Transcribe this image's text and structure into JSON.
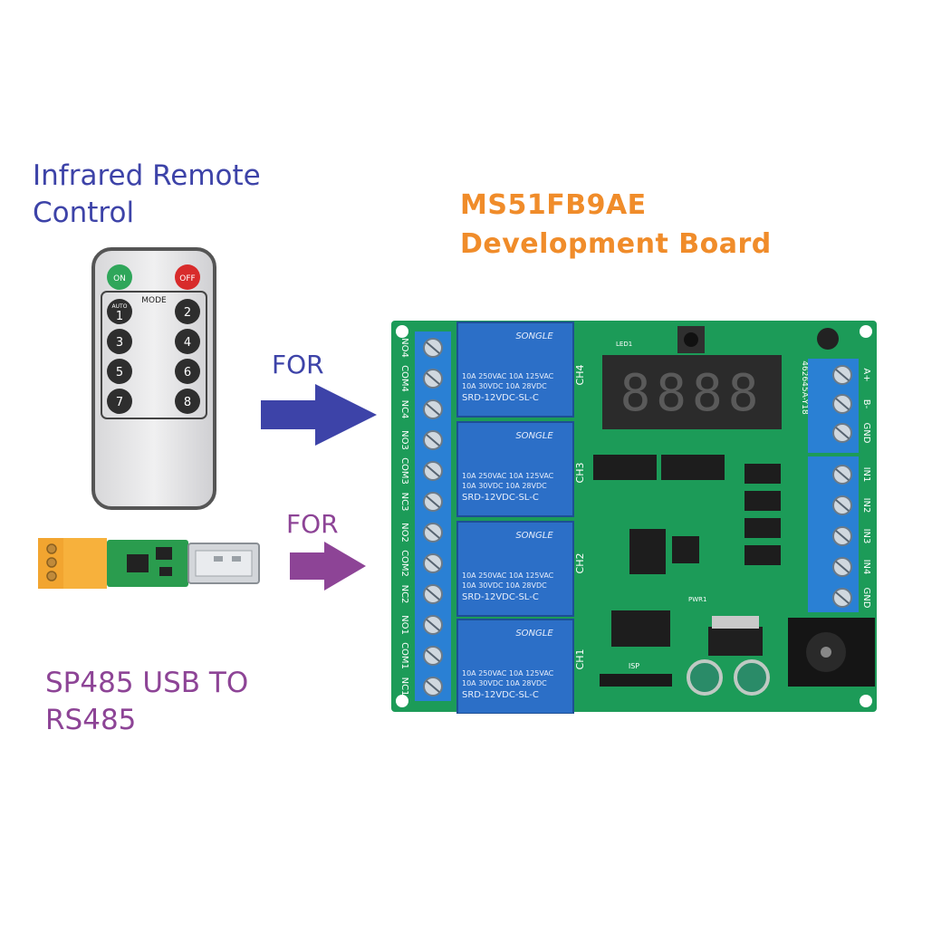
{
  "captions": {
    "infrared_line1": "Infrared Remote",
    "infrared_line2": "Control",
    "board_line1": "MS51FB9AE",
    "board_line2": "Development Board",
    "usb_line1": "SP485 USB TO",
    "usb_line2": "RS485"
  },
  "arrows": [
    {
      "label": "FOR",
      "color": "#3d43a8",
      "icon": "arrow-right-icon"
    },
    {
      "label": "FOR",
      "color": "#8d4496",
      "icon": "arrow-right-icon"
    }
  ],
  "remote": {
    "on_label": "ON",
    "off_label": "OFF",
    "mode_label": "MODE",
    "auto_label": "AUTO",
    "keys": [
      "1",
      "2",
      "3",
      "4",
      "5",
      "6",
      "7",
      "8"
    ]
  },
  "board": {
    "relay_brand": "SONGLE",
    "relay_rating_1": "10A 250VAC  10A 125VAC",
    "relay_rating_2": "10A  30VDC  10A  28VDC",
    "relay_model": "SRD-12VDC-SL-C",
    "terminal_labels": [
      "NO4",
      "COM4",
      "NC4",
      "NO3",
      "COM3",
      "NC3",
      "NO2",
      "COM2",
      "NC2",
      "NO1",
      "COM1",
      "NC1"
    ],
    "channel_labels": [
      "CH4",
      "CH3",
      "CH2",
      "CH1"
    ],
    "display_digits": "8888",
    "display_part": "462645A-Y18",
    "right_terminal_labels": [
      "A+",
      "B-",
      "GND",
      "IN1",
      "IN2",
      "IN3",
      "IN4",
      "GND"
    ],
    "isp_label": "ISP",
    "led_label": "LED1",
    "pwr_label": "PWR1"
  },
  "colors": {
    "pcb": "#1c9b58",
    "relay": "#2c6fc7",
    "terminal": "#2a80d4",
    "display": "#2b2b2b",
    "brand": "#f08c2a",
    "blue_caption": "#3d43a8",
    "purple_caption": "#8d4496"
  }
}
